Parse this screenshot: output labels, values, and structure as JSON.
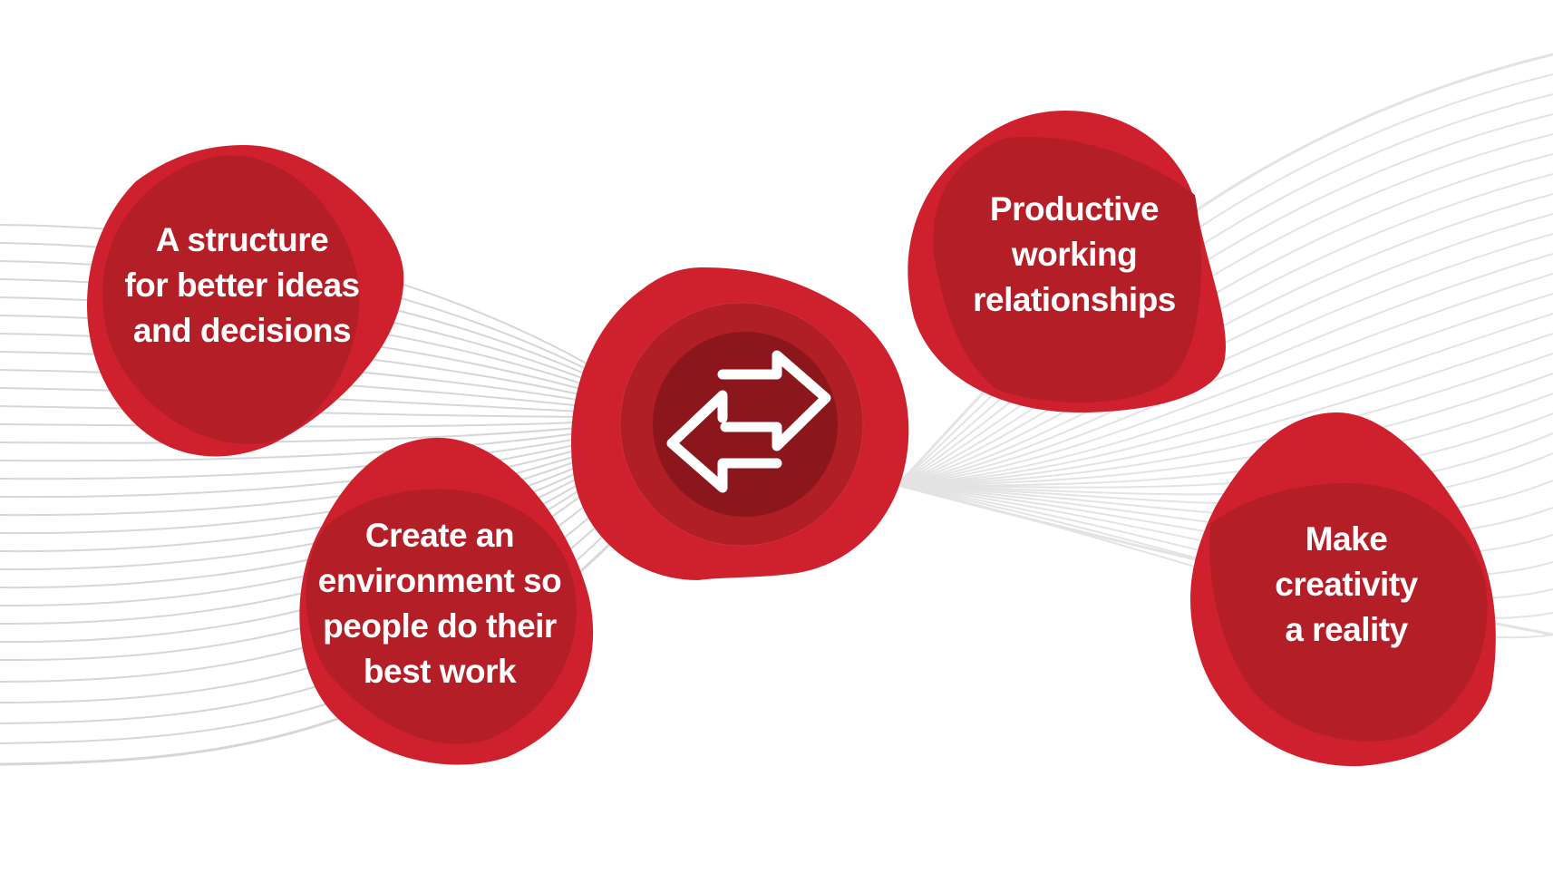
{
  "diagram": {
    "colors": {
      "background": "#ffffff",
      "blob_outer": "#cf202e",
      "blob_inner": "#b31e27",
      "center_ring": "#b01e26",
      "center_core": "#8b171c",
      "lines": "#d9d9d9",
      "text": "#ffffff"
    },
    "center": {
      "icon": "swap-arrows-icon"
    },
    "nodes": [
      {
        "id": "top-left",
        "lines": [
          "A structure",
          "for better ideas",
          "and decisions"
        ]
      },
      {
        "id": "bottom-left",
        "lines": [
          "Create an",
          "environment so",
          "people do their",
          "best work"
        ]
      },
      {
        "id": "top-right",
        "lines": [
          "Productive",
          "working",
          "relationships"
        ]
      },
      {
        "id": "bottom-right",
        "lines": [
          "Make",
          "creativity",
          "a reality"
        ]
      }
    ]
  }
}
